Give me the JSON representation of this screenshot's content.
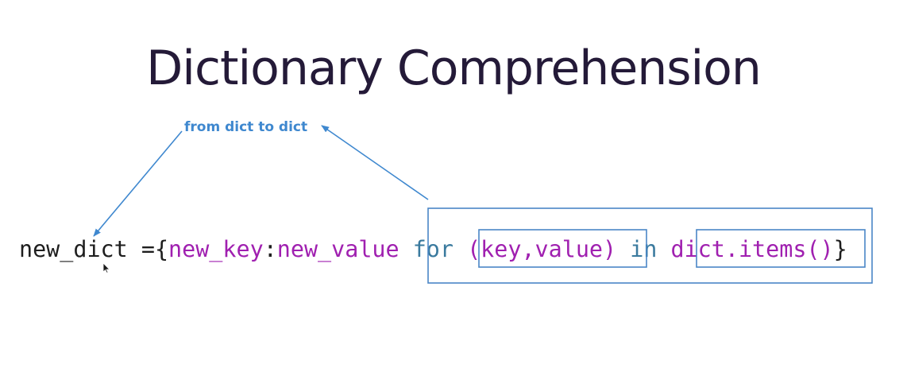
{
  "title": "Dictionary Comprehension",
  "annotation": "from dict to dict",
  "code": {
    "target": "new_dict",
    "assign": " =",
    "open_brace": "{",
    "key_expr": "new_key",
    "colon": ":",
    "value_expr": "new_value",
    "space1": " ",
    "for_kw": "for",
    "space2": " ",
    "tuple": "(key,value)",
    "space3": " ",
    "in_kw": "in",
    "space4": " ",
    "iterable": "dict.items()",
    "close_brace": "}"
  },
  "colors": {
    "title": "#241a38",
    "code_default": "#1e1e1e",
    "code_expr": "#a020b0",
    "code_keyword": "#3a7a9e",
    "annotation": "#3f88cf",
    "box": "#4a86c6",
    "arrow": "#3f88cf"
  },
  "icons": {
    "cursor": "mouse-pointer-icon"
  }
}
